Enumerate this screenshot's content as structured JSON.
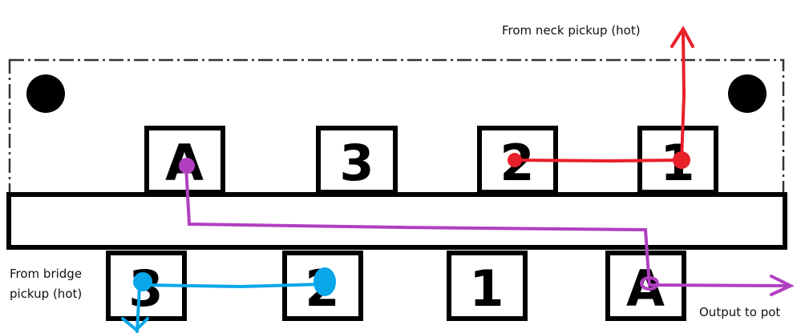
{
  "labels": {
    "neck": "From neck pickup (hot)",
    "bridge_line1": "From bridge",
    "bridge_line2": "pickup (hot)",
    "output": "Output to pot"
  },
  "top_terminals": [
    "A",
    "3",
    "2",
    "1"
  ],
  "bottom_terminals": [
    "3",
    "2",
    "1",
    "A"
  ],
  "colors": {
    "neck_wire": "#e8202a",
    "bridge_wire": "#0aa6ea",
    "output_wire": "#b040c0"
  }
}
